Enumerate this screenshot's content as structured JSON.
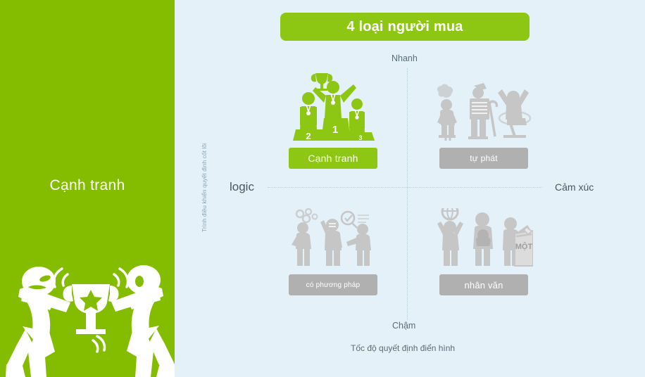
{
  "left_panel": {
    "title": "Cạnh tranh",
    "illustration": "two-people-tug-of-war-trophy-icon",
    "bg_color": "#84bd00"
  },
  "header": {
    "title": "4 loại người mua",
    "banner_color": "#8dc714"
  },
  "matrix": {
    "axis_top_label": "Nhanh",
    "axis_bottom_label": "Chậm",
    "axis_left_label": "logic",
    "axis_right_label": "Cảm xúc",
    "vertical_axis_title": "Trình điều khiển quyết định cốt lõi",
    "horizontal_axis_title": "Tốc độ quyết định điển hình",
    "quadrants": [
      {
        "id": "top-left",
        "label": "Cạnh tranh",
        "icon": "podium-winners-trophy-icon",
        "badge_color": "#8dc714",
        "highlighted": true
      },
      {
        "id": "top-right",
        "label": "tự phát",
        "icon": "spontaneous-people-icon",
        "badge_color": "#b0b0b0",
        "highlighted": false
      },
      {
        "id": "bottom-left",
        "label": "có phương pháp",
        "icon": "methodical-thinkers-icon",
        "badge_color": "#b0b0b0",
        "highlighted": false
      },
      {
        "id": "bottom-right",
        "label": "nhân văn",
        "icon": "humanitarian-donation-icon",
        "badge_color": "#b0b0b0",
        "highlighted": false,
        "icon_text": "MỘT"
      }
    ]
  },
  "colors": {
    "background": "#e4f1f9",
    "green": "#84bd00",
    "green_light": "#8dc714",
    "gray": "#b0b0b0",
    "text_dark": "#48575f",
    "text_muted": "#5a6b78"
  }
}
